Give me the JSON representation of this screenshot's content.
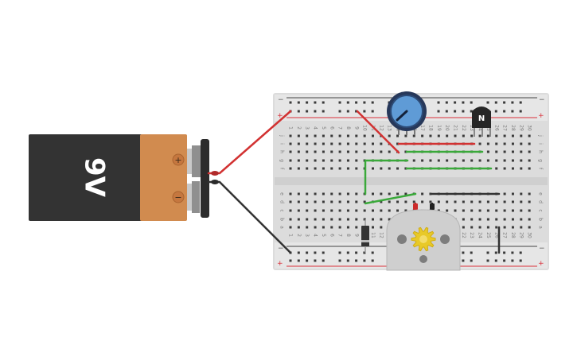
{
  "battery": {
    "label": "9V",
    "plus": "+",
    "minus": "−",
    "colors": {
      "body": "#333333",
      "cap": "#d18b4f",
      "terminal": "#9a9a9a"
    }
  },
  "breadboard": {
    "col_numbers": [
      "1",
      "2",
      "3",
      "4",
      "5",
      "6",
      "7",
      "8",
      "9",
      "10",
      "11",
      "12",
      "13",
      "14",
      "15",
      "16",
      "17",
      "18",
      "19",
      "20",
      "21",
      "22",
      "23",
      "24",
      "25",
      "26",
      "27",
      "28",
      "29",
      "30"
    ],
    "top_rows": [
      "j",
      "i",
      "h",
      "g",
      "f"
    ],
    "bottom_rows": [
      "e",
      "d",
      "c",
      "b",
      "a"
    ],
    "rail_plus": "+",
    "rail_minus": "−",
    "colors": {
      "board": "#dcdcdc",
      "hole": "#3a3a3a",
      "red_line": "#d9303a",
      "dark_line": "#444444"
    }
  },
  "transistor": {
    "label": "N"
  },
  "wires": {
    "colors": {
      "red": "#d23232",
      "green": "#3aa93a",
      "black": "#333333"
    }
  }
}
